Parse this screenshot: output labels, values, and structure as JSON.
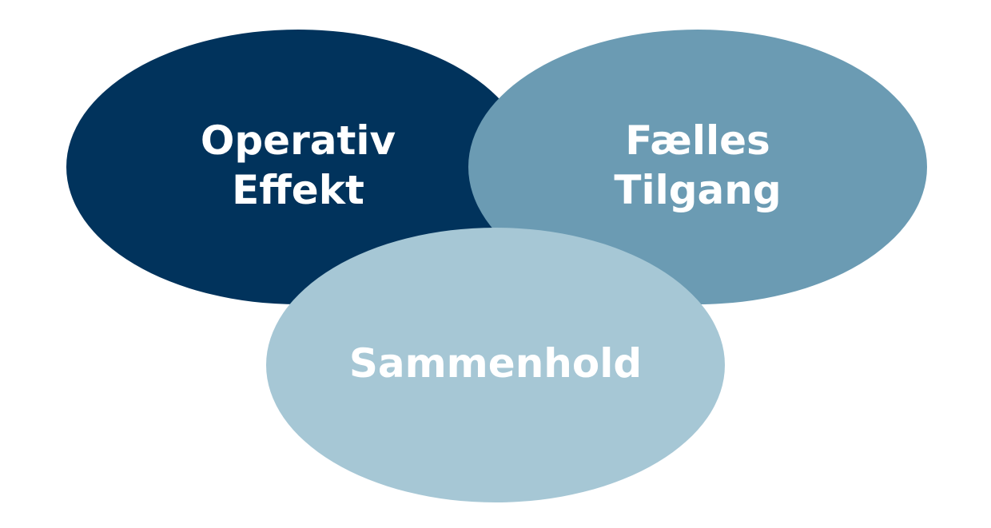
{
  "diagram": {
    "nodes": [
      {
        "id": "left",
        "lines": [
          "Operativ",
          "Effekt"
        ],
        "color": "#01335c"
      },
      {
        "id": "right",
        "lines": [
          "Fælles",
          "Tilgang"
        ],
        "color": "#6b9bb3"
      },
      {
        "id": "bottom",
        "lines": [
          "Sammenhold"
        ],
        "color": "#a6c7d5"
      }
    ],
    "text_color": "#ffffff",
    "background": "#ffffff"
  }
}
